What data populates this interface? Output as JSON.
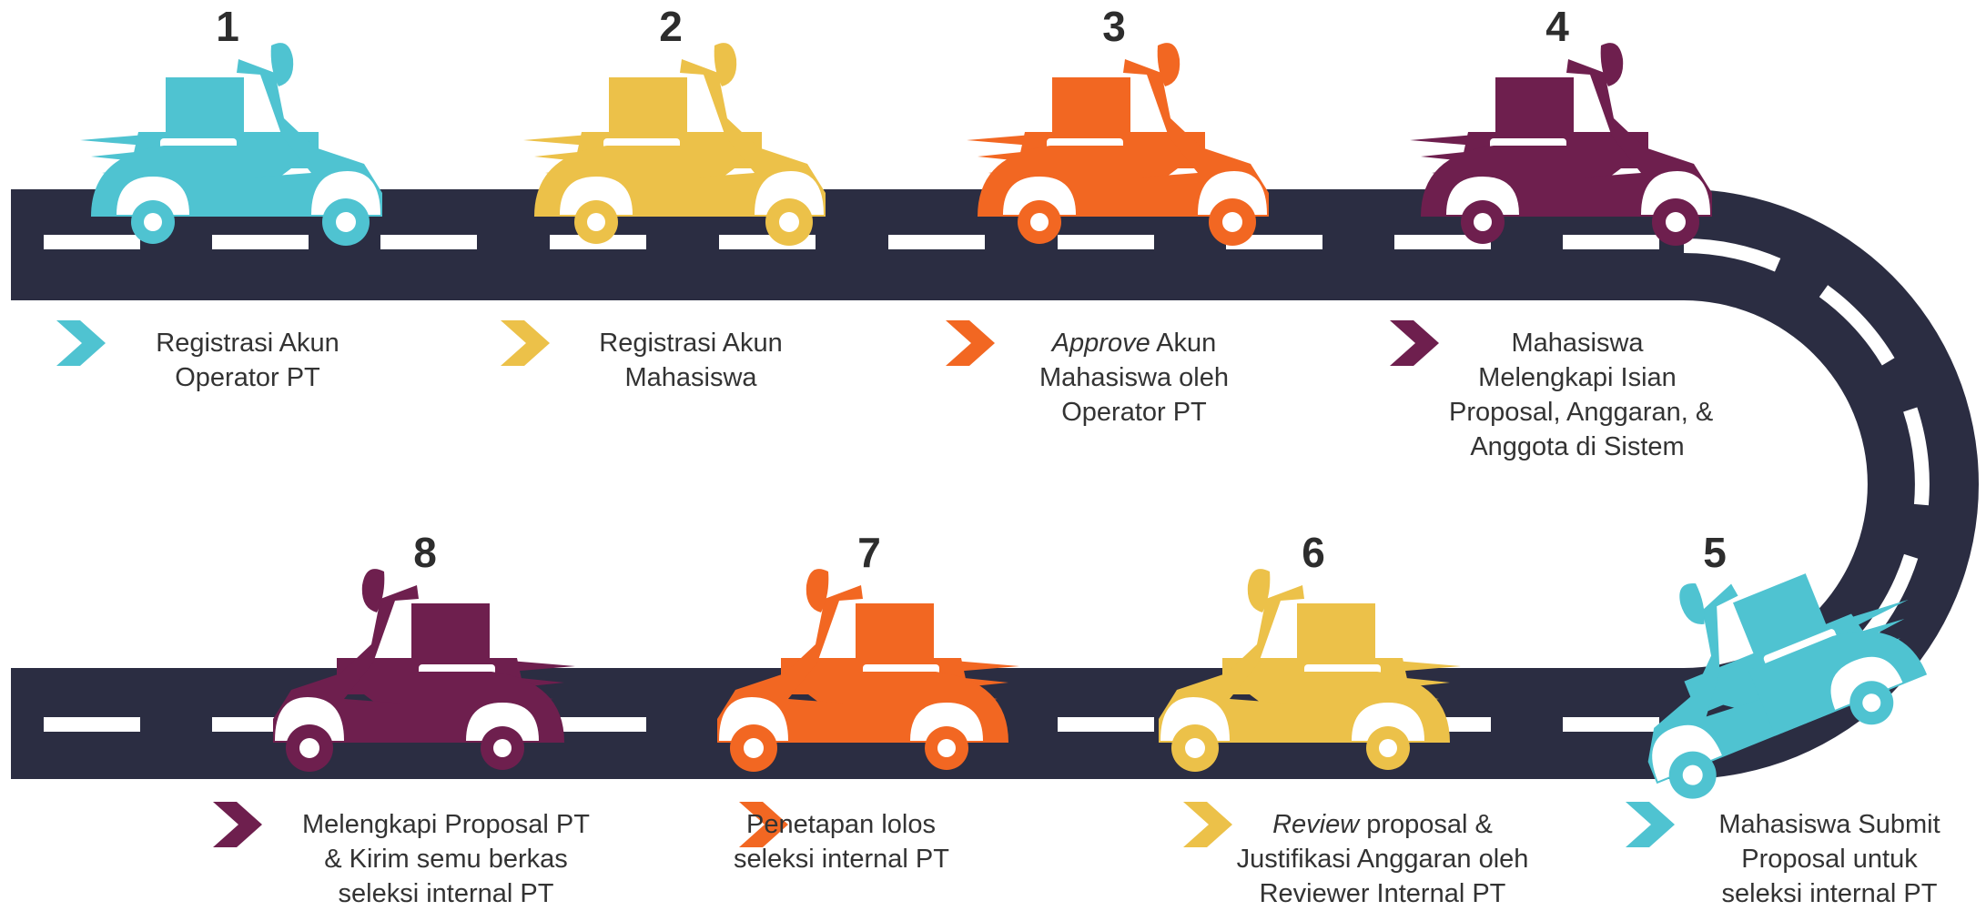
{
  "colors": {
    "road": "#2b2d42",
    "dash": "#ffffff",
    "cyan": "#4fc3d1",
    "yellow": "#ecc149",
    "orange": "#f26722",
    "purple": "#6e1f4e"
  },
  "steps": [
    {
      "number": "1",
      "color": "cyan",
      "lines": [
        {
          "plain": "Registrasi Akun"
        },
        {
          "plain": "Operator PT"
        }
      ]
    },
    {
      "number": "2",
      "color": "yellow",
      "lines": [
        {
          "plain": "Registrasi Akun"
        },
        {
          "plain": "Mahasiswa"
        }
      ]
    },
    {
      "number": "3",
      "color": "orange",
      "lines": [
        {
          "italic": "Approve",
          "plain": " Akun"
        },
        {
          "plain": "Mahasiswa oleh"
        },
        {
          "plain": "Operator PT"
        }
      ]
    },
    {
      "number": "4",
      "color": "purple",
      "lines": [
        {
          "plain": "Mahasiswa"
        },
        {
          "plain": "Melengkapi Isian"
        },
        {
          "plain": "Proposal, Anggaran, &"
        },
        {
          "plain": "Anggota di Sistem"
        }
      ]
    },
    {
      "number": "5",
      "color": "cyan",
      "lines": [
        {
          "plain": "Mahasiswa Submit"
        },
        {
          "plain": "Proposal untuk"
        },
        {
          "plain": "seleksi internal PT"
        }
      ]
    },
    {
      "number": "6",
      "color": "yellow",
      "lines": [
        {
          "italic": "Review",
          "plain": " proposal &"
        },
        {
          "plain": "Justifikasi Anggaran oleh"
        },
        {
          "plain": "Reviewer Internal PT"
        }
      ]
    },
    {
      "number": "7",
      "color": "orange",
      "lines": [
        {
          "plain": "Penetapan lolos"
        },
        {
          "plain": "seleksi internal PT"
        }
      ]
    },
    {
      "number": "8",
      "color": "purple",
      "lines": [
        {
          "plain": "Melengkapi Proposal PT"
        },
        {
          "plain": "& Kirim semu berkas"
        },
        {
          "plain": "seleksi internal PT"
        }
      ]
    }
  ]
}
